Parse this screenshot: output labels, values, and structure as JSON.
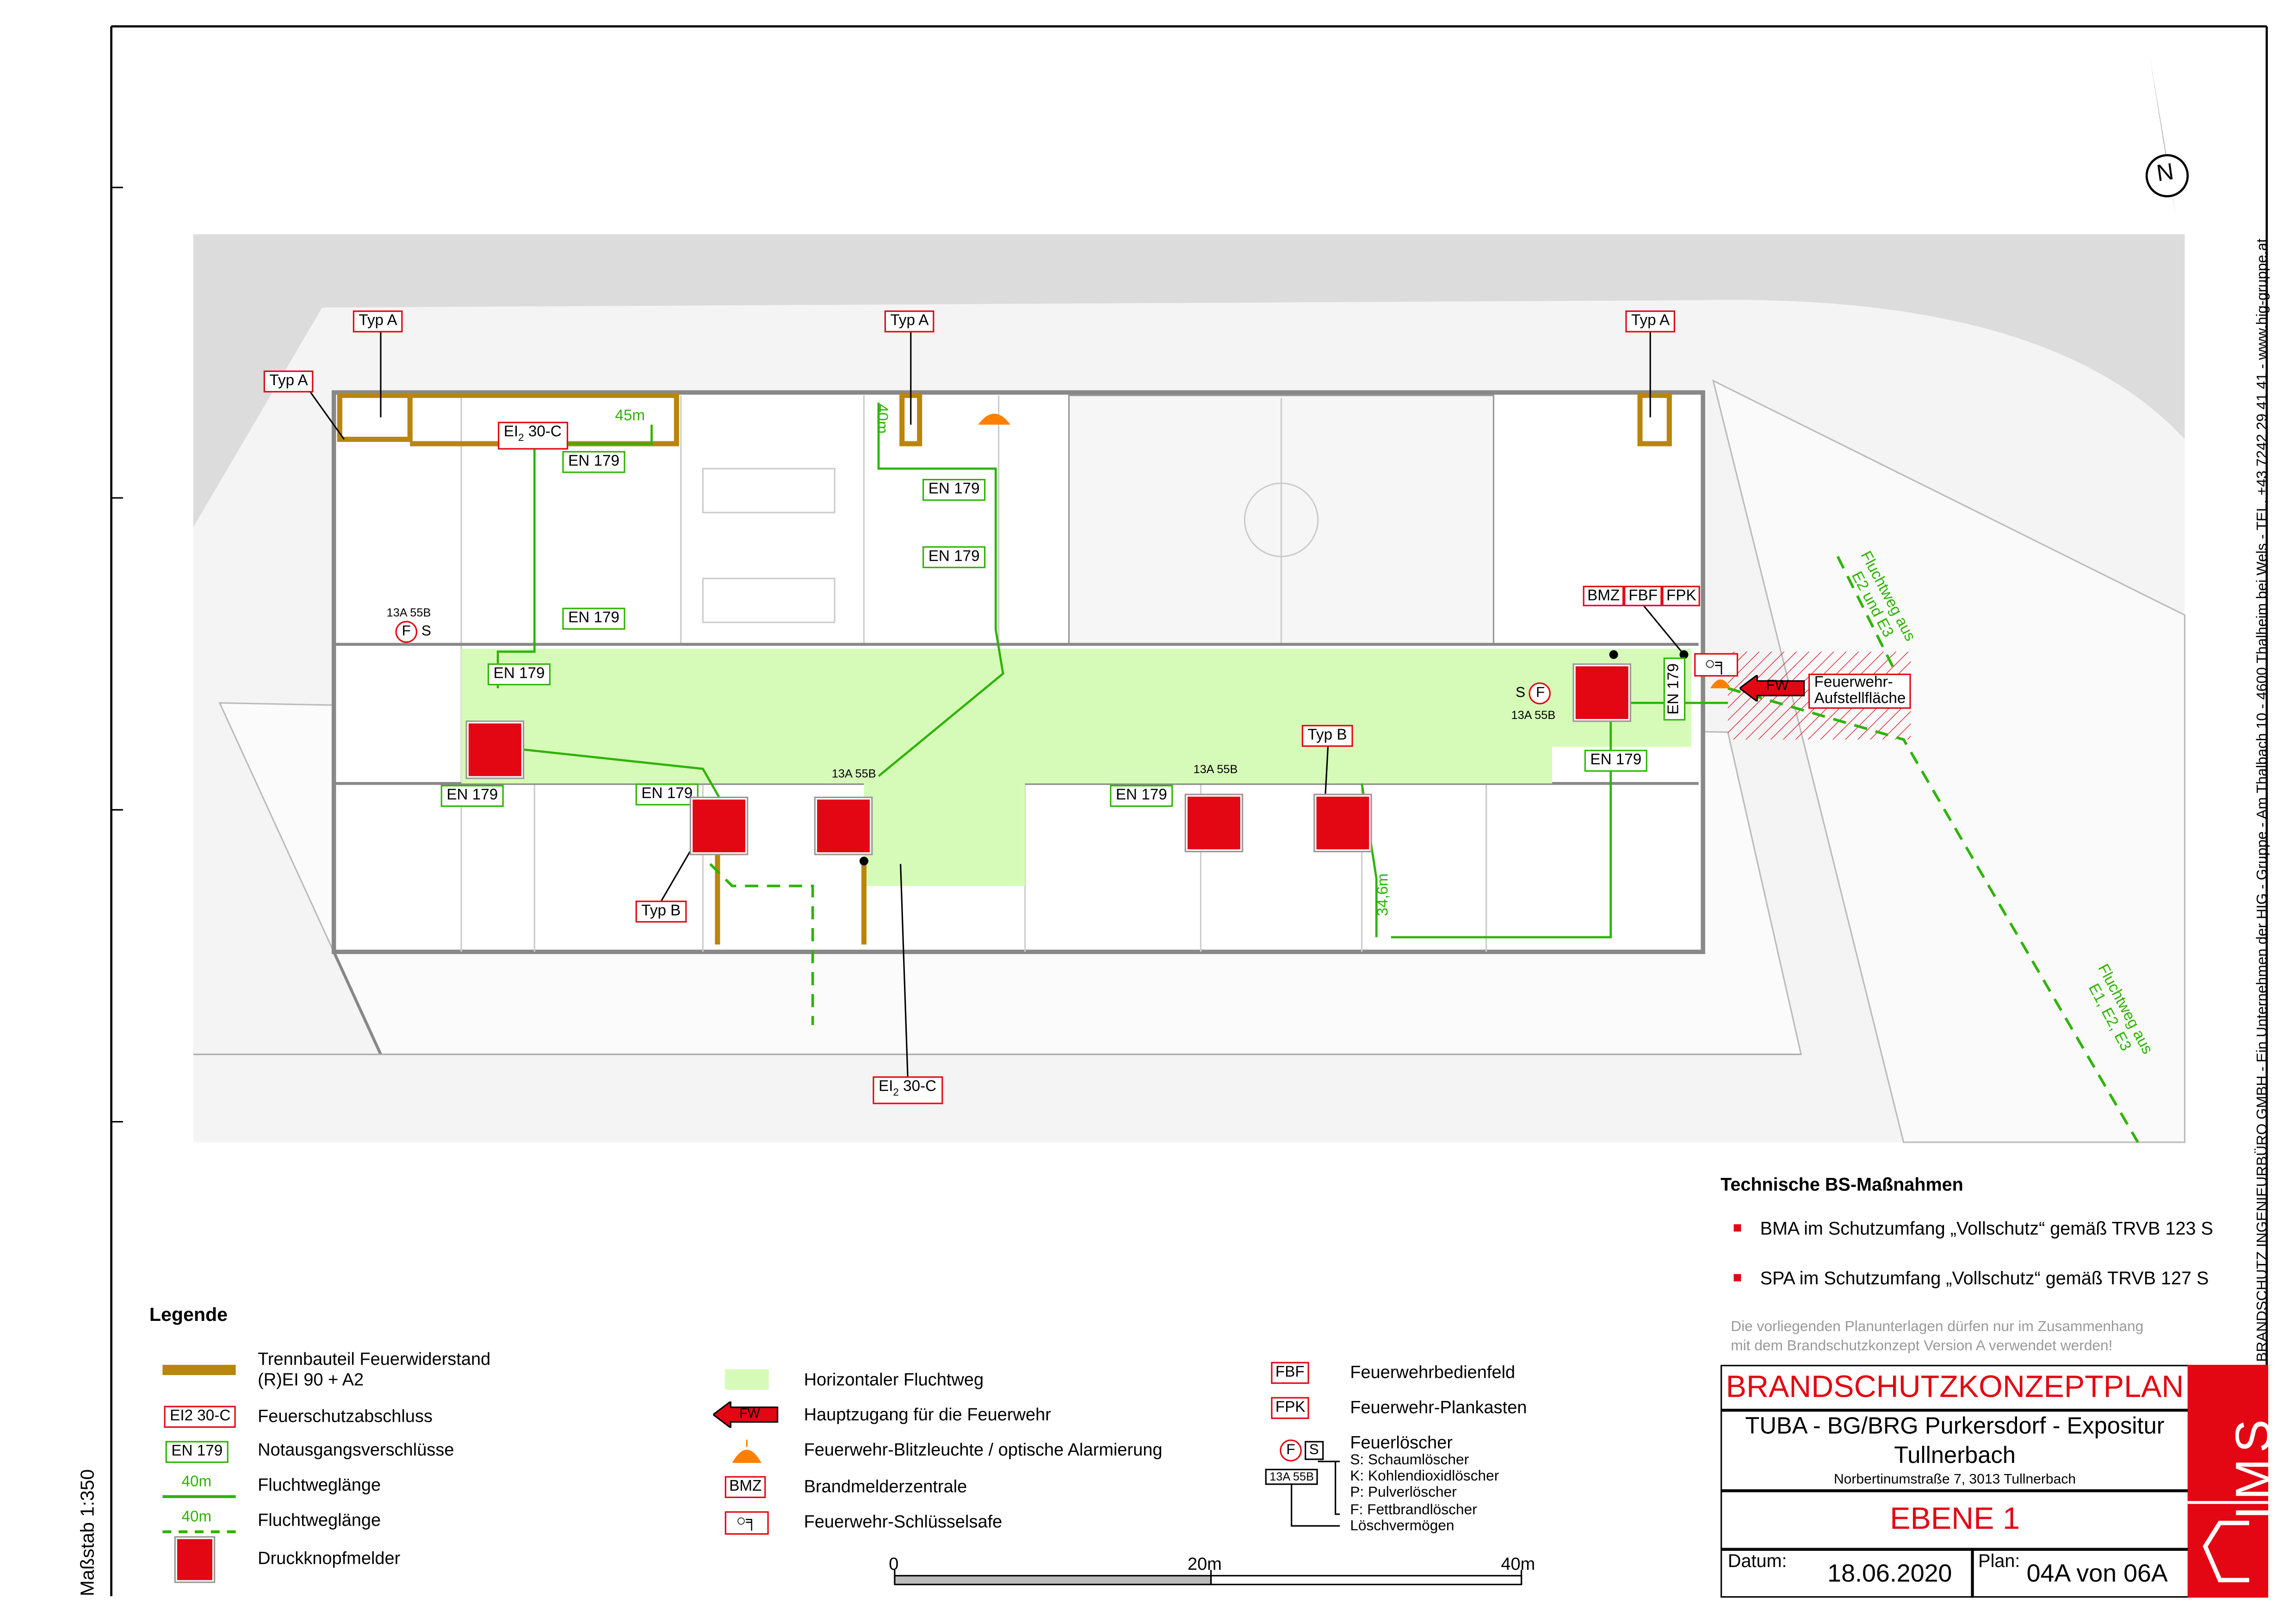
{
  "plan": {
    "labels_typ_a": [
      "Typ A",
      "Typ A",
      "Typ A",
      "Typ A"
    ],
    "labels_typ_b": [
      "Typ B",
      "Typ B"
    ],
    "el_30c": [
      "EI",
      "2",
      " 30-C"
    ],
    "en179": "EN 179",
    "lengths": {
      "l45": "45m",
      "l40": "40m",
      "l346": "34,6m"
    },
    "extinguisher": {
      "rating": "13A 55B",
      "f": "F",
      "s": "S"
    },
    "bmz": "BMZ",
    "fbf": "FBF",
    "fpk": "FPK",
    "fw": "FW",
    "aufstell": [
      "Feuerwehr-",
      "Aufstellfläche"
    ],
    "flucht1": [
      "Fluchtweg aus",
      "E2 und E3"
    ],
    "flucht2": [
      "Fluchtweg aus",
      "E1, E2, E3"
    ],
    "north": "N"
  },
  "legend": {
    "title": "Legende",
    "items_left": [
      {
        "text": "Trennbauteil Feuerwiderstand",
        "text2": "(R)EI 90 + A2"
      },
      {
        "text": "Feuerschutzabschluss",
        "tag": "EI2 30-C"
      },
      {
        "text": "Notausgangsverschlüsse",
        "tag": "EN 179"
      },
      {
        "text": "Fluchtweglänge",
        "tag": "40m"
      },
      {
        "text": "Fluchtweglänge",
        "tag": "40m"
      },
      {
        "text": "Druckknopfmelder"
      }
    ],
    "items_mid": [
      {
        "text": "Horizontaler Fluchtweg"
      },
      {
        "text": "Hauptzugang für die Feuerwehr",
        "tag": "FW"
      },
      {
        "text": "Feuerwehr-Blitzleuchte / optische Alarmierung"
      },
      {
        "text": "Brandmelderzentrale",
        "tag": "BMZ"
      },
      {
        "text": "Feuerwehr-Schlüsselsafe"
      }
    ],
    "items_right": [
      {
        "text": "Feuerwehrbedienfeld",
        "tag": "FBF"
      },
      {
        "text": "Feuerwehr-Plankasten",
        "tag": "FPK"
      }
    ],
    "extinguisher": {
      "title": "Feuerlöscher",
      "f": "F",
      "s": "S",
      "rating": "13A 55B",
      "items": [
        "S: Schaumlöscher",
        "K: Kohlendioxidlöscher",
        "P: Pulverlöscher",
        "F: Fettbrandlöscher",
        "Löschvermögen"
      ]
    }
  },
  "scale": {
    "label": "Maßstab 1:350",
    "ticks": [
      "0",
      "20m",
      "40m"
    ]
  },
  "measures": {
    "title": "Technische BS-Maßnahmen",
    "items": [
      "BMA im Schutzumfang „Vollschutz“ gemäß TRVB 123 S",
      "SPA im Schutzumfang „Vollschutz“ gemäß TRVB 127 S"
    ],
    "disclaimer": [
      "Die vorliegenden Planunterlagen dürfen nur im Zusammenhang",
      "mit dem Brandschutzkonzept Version A verwendet werden!"
    ]
  },
  "titleblock": {
    "title": "BRANDSCHUTZKONZEPTPLAN",
    "project1": "TUBA - BG/BRG Purkersdorf - Expositur",
    "project2": "Tullnerbach",
    "address": "Norbertinumstraße 7, 3013 Tullnerbach",
    "level": "EBENE 1",
    "datum_label": "Datum:",
    "datum": "18.06.2020",
    "plan_label": "Plan:",
    "plan": "04A von 06A",
    "logo": "IMS"
  },
  "company": "BRANDSCHUTZ INGENIEURBÜRO GMBH  -  Ein Unternehmen der HIG - Gruppe  -  Am Thalbach 10  -  4600 Thalheim bei Wels  -  TEL. +43 7242 29 41 41  -  www.hig-gruppe.at",
  "colors": {
    "red": "#e30613",
    "green": "#2db400",
    "gold": "#b8860b",
    "escape": "#d6fbb8",
    "orange": "#ff8000"
  }
}
